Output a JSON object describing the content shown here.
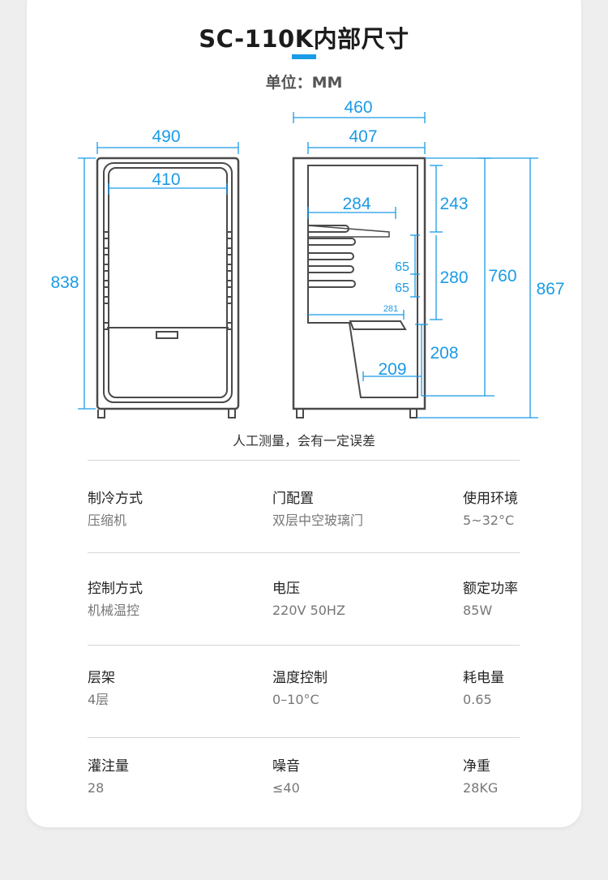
{
  "header": {
    "title": "SC-110K内部尺寸",
    "unit": "单位：MM"
  },
  "dimensions": {
    "front_width_outer": "490",
    "front_width_inner": "410",
    "front_height": "838",
    "side_depth_outer": "460",
    "side_depth_inner": "407",
    "shelf_width": "284",
    "top_gap": "243",
    "shelf_zone": "280",
    "shelf_gap_1": "65",
    "shelf_gap_2": "65",
    "bottom_shelf": "281",
    "inner_height": "760",
    "total_height": "867",
    "bottom_section_height": "208",
    "bottom_section_width": "209"
  },
  "note": "人工测量，会有一定误差",
  "specs": [
    {
      "label": "制冷方式",
      "value": "压缩机"
    },
    {
      "label": "门配置",
      "value": "双层中空玻璃门"
    },
    {
      "label": "使用环境",
      "value": "5~32°C"
    },
    {
      "label": "控制方式",
      "value": "机械温控"
    },
    {
      "label": "电压",
      "value": "220V 50HZ"
    },
    {
      "label": "额定功率",
      "value": "85W"
    },
    {
      "label": "层架",
      "value": "4层"
    },
    {
      "label": "温度控制",
      "value": "0–10°C"
    },
    {
      "label": "耗电量",
      "value": "0.65"
    },
    {
      "label": "灌注量",
      "value": "28"
    },
    {
      "label": "噪音",
      "value": "≤40"
    },
    {
      "label": "净重",
      "value": "28KG"
    }
  ],
  "colors": {
    "accent": "#1a9be6",
    "outline": "#4a4a4a"
  }
}
